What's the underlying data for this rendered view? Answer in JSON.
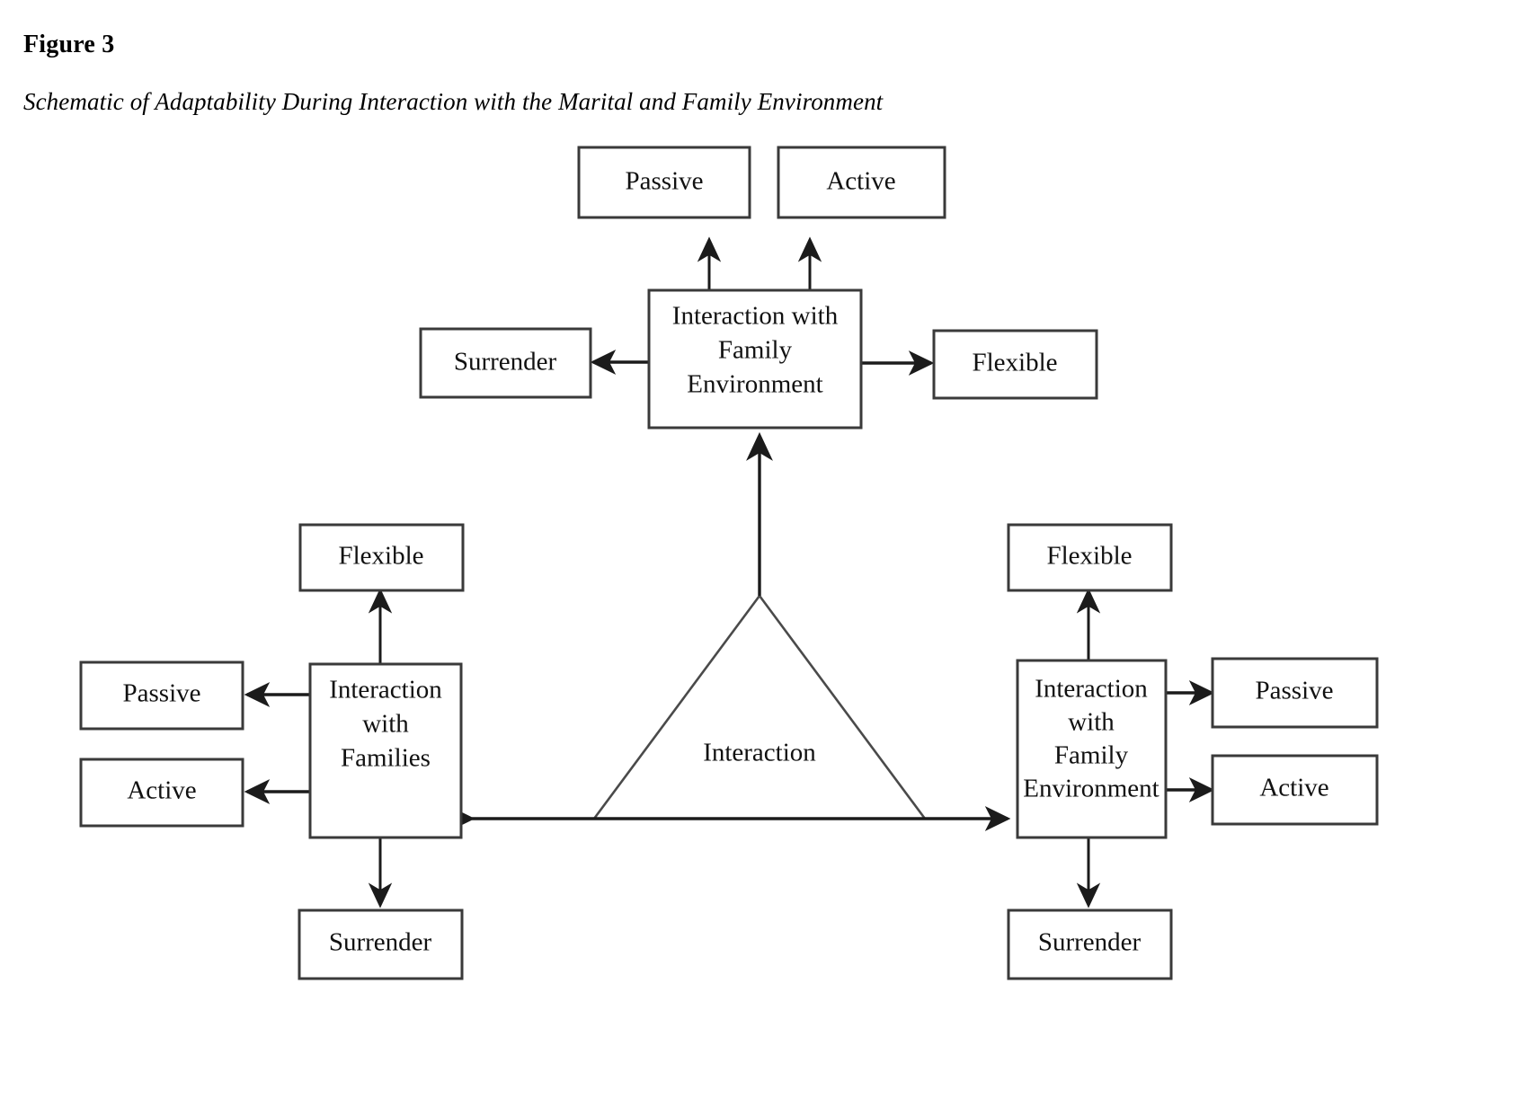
{
  "figure": {
    "label": "Figure 3",
    "caption": "Schematic of Adaptability During Interaction with the Marital and Family Environment"
  },
  "colors": {
    "page_background": "#ffffff",
    "box_stroke": "#3a3a3a",
    "arrow_stroke": "#1b1b1b",
    "triangle_stroke": "#4a4a4a",
    "text": "#111111"
  },
  "diagram": {
    "type": "schematic-flow",
    "center_label": "Interaction",
    "nodes": {
      "top_passive": {
        "label": "Passive"
      },
      "top_active": {
        "label": "Active"
      },
      "top_center": {
        "label": "Interaction with Family Environment",
        "lines": [
          "Interaction with",
          "Family",
          "Environment"
        ]
      },
      "top_surrender": {
        "label": "Surrender"
      },
      "top_flexible": {
        "label": "Flexible"
      },
      "left_flexible": {
        "label": "Flexible"
      },
      "left_center": {
        "label": "Interaction with Families",
        "lines": [
          "Interaction",
          "with",
          "Families"
        ]
      },
      "left_passive": {
        "label": "Passive"
      },
      "left_active": {
        "label": "Active"
      },
      "left_surrender": {
        "label": "Surrender"
      },
      "right_flexible": {
        "label": "Flexible"
      },
      "right_center": {
        "label": "Interaction with Family Environment",
        "lines": [
          "Interaction",
          "with",
          "Family",
          "Environment"
        ]
      },
      "right_passive": {
        "label": "Passive"
      },
      "right_active": {
        "label": "Active"
      },
      "right_surrender": {
        "label": "Surrender"
      }
    },
    "edges": [
      {
        "from": "top_center",
        "to": "top_passive",
        "direction": "up"
      },
      {
        "from": "top_center",
        "to": "top_active",
        "direction": "up"
      },
      {
        "from": "top_center",
        "to": "top_surrender",
        "direction": "left"
      },
      {
        "from": "top_center",
        "to": "top_flexible",
        "direction": "right"
      },
      {
        "from": "triangle_apex",
        "to": "top_center",
        "direction": "up"
      },
      {
        "from": "left_center",
        "to": "left_flexible",
        "direction": "up"
      },
      {
        "from": "left_center",
        "to": "left_passive",
        "direction": "left"
      },
      {
        "from": "left_center",
        "to": "left_active",
        "direction": "left"
      },
      {
        "from": "left_center",
        "to": "left_surrender",
        "direction": "down"
      },
      {
        "from": "right_center",
        "to": "right_flexible",
        "direction": "up"
      },
      {
        "from": "right_center",
        "to": "right_passive",
        "direction": "right"
      },
      {
        "from": "right_center",
        "to": "right_active",
        "direction": "right"
      },
      {
        "from": "right_center",
        "to": "right_surrender",
        "direction": "down"
      },
      {
        "from": "left_center",
        "to": "right_center",
        "direction": "bidirectional"
      }
    ]
  }
}
